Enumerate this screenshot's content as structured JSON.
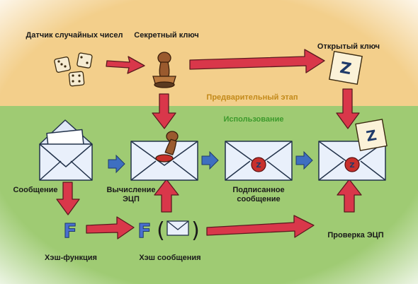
{
  "colors": {
    "top_band": "#f3cf8b",
    "bottom_band": "#9fcb73",
    "band_top_label": "#c38a1a",
    "band_bottom_label": "#3d9a2c",
    "red_arrow": "#d9374a",
    "blue_arrow": "#3e6fc0",
    "envelope": "#e9f0fb",
    "seal": "#c8302c",
    "wood": "#9a5a2e",
    "hash_letter": "#4a6fd0"
  },
  "bands": {
    "preliminary": "Предварительный этап",
    "usage": "Использование"
  },
  "labels": {
    "rng": "Датчик случайных чисел",
    "secret_key": "Секретный ключ",
    "public_key": "Открытый ключ",
    "message": "Сообщение",
    "compute_signature": "Вычисление\nЭЦП",
    "signed_message": "Подписанное\nсообщение",
    "verify_signature": "Проверка ЭЦП",
    "hash_function": "Хэш-функция",
    "message_hash": "Хэш сообщения"
  },
  "glyphs": {
    "hash_letter": "F",
    "key_letter": "Z",
    "paren_open": "(",
    "paren_close": ")"
  },
  "icons": [
    "dice-icon",
    "stamp-icon",
    "public-key-card-icon",
    "envelope-icon",
    "seal-icon",
    "hash-function-icon"
  ]
}
